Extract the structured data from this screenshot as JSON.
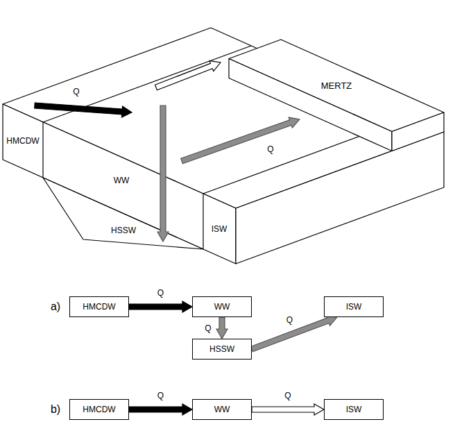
{
  "diagram": {
    "nodes": [
      {
        "text": [
          "HMCDW"
        ]
      },
      {
        "text": [
          "WW"
        ]
      },
      {
        "text": [
          "HSSW"
        ]
      },
      {
        "text": [
          "ISW"
        ]
      },
      {
        "text": [
          "HMCDW"
        ]
      },
      {
        "text": [
          "WW"
        ]
      },
      {
        "text": [
          "ISW"
        ]
      }
    ],
    "edges": [
      {
        "from": 0,
        "to": 1,
        "arrow": "to",
        "label": "Q"
      },
      {
        "from": 1,
        "to": 2,
        "arrow": "to",
        "label": "Q"
      },
      {
        "from": 2,
        "to": 3,
        "arrow": "to",
        "label": "Q"
      },
      {
        "from": 4,
        "to": 5,
        "arrow": "to",
        "label": "Q"
      },
      {
        "from": 5,
        "to": 6,
        "arrow": "to",
        "label": "Q"
      }
    ],
    "labels": [
      "MERTZ",
      "Q",
      "HMCDW",
      "WW",
      "HSSW",
      "ISW",
      "Q",
      "a)",
      "b)"
    ]
  }
}
